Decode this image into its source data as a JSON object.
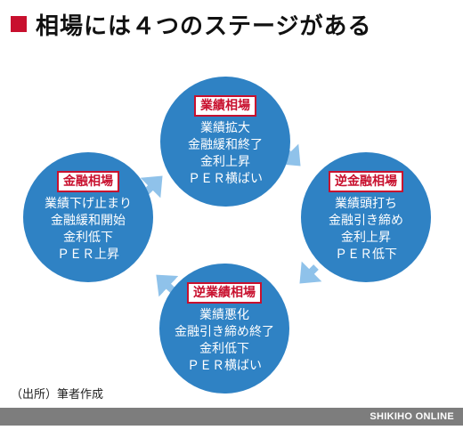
{
  "title": "相場には４つのステージがある",
  "stages": [
    {
      "label": "業績相場",
      "lines": [
        "業績拡大",
        "金融緩和終了",
        "金利上昇",
        "ＰＥＲ横ばい"
      ]
    },
    {
      "label": "逆金融相場",
      "lines": [
        "業績頭打ち",
        "金融引き締め",
        "金利上昇",
        "ＰＥＲ低下"
      ]
    },
    {
      "label": "逆業績相場",
      "lines": [
        "業績悪化",
        "金融引き締め終了",
        "金利低下",
        "ＰＥＲ横ばい"
      ]
    },
    {
      "label": "金融相場",
      "lines": [
        "業績下げ止まり",
        "金融緩和開始",
        "金利低下",
        "ＰＥＲ上昇"
      ]
    }
  ],
  "source": "（出所）筆者作成",
  "footer": "SHIKIHO ONLINE",
  "colors": {
    "circle": "#2f82c4",
    "accent": "#c8102e",
    "arrow": "#8fc2ea"
  }
}
